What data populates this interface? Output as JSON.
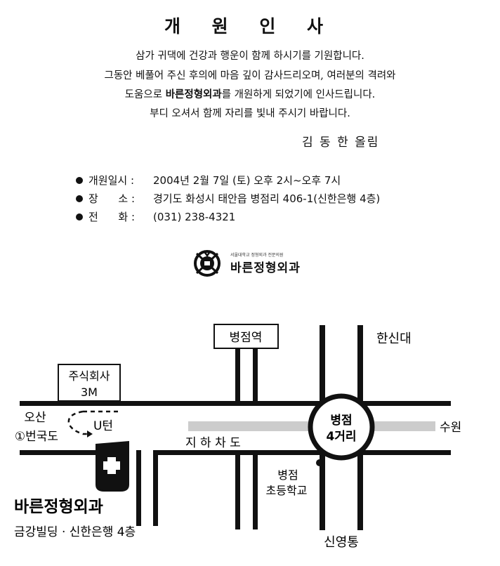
{
  "title": "개 원 인 사",
  "greeting": {
    "line1": "삼가 귀댁에 건강과 행운이 함께 하시기를 기원합니다.",
    "line2": "그동안 베풀어 주신 후의에 마음 깊이 감사드리오며, 여러분의 격려와",
    "line3_pre": "도움으로 ",
    "line3_clinic": "바른정형외과",
    "line3_post": "를 개원하게 되었기에 인사드립니다.",
    "line4": "부디 오셔서 함께 자리를 빛내 주시기 바랍니다."
  },
  "signer": "김 동 한 올림",
  "info": [
    {
      "label": "개원일시 :",
      "value": "2004년 2월 7일 (토) 오후 2시~오후 7시"
    },
    {
      "label": "장      소 :",
      "value": "경기도 화성시 태안읍 병점리 406-1(신한은행 4층)"
    },
    {
      "label": "전      화 :",
      "value": "(031) 238-4321"
    }
  ],
  "logo": {
    "small_text": "서울대학교 정형외과 전문의원",
    "name": "바른정형외과"
  },
  "map": {
    "station_box": "병점역",
    "company_box_line1": "주식회사",
    "company_box_line2": "3M",
    "hansin": "한신대",
    "osan": "오산",
    "route1": "①번국도",
    "uturn": "U턴",
    "suwon": "수원",
    "underpass": "지 하 차 도",
    "crossroad_line1": "병점",
    "crossroad_line2": "4거리",
    "school_line1": "병점",
    "school_line2": "초등학교",
    "shinyeongtong": "신영통",
    "clinic_name": "바른정형외과",
    "clinic_address": "금강빌딩 · 신한은행 4층"
  },
  "colors": {
    "ink": "#111111",
    "underpass": "#cccccc",
    "background": "#ffffff"
  }
}
